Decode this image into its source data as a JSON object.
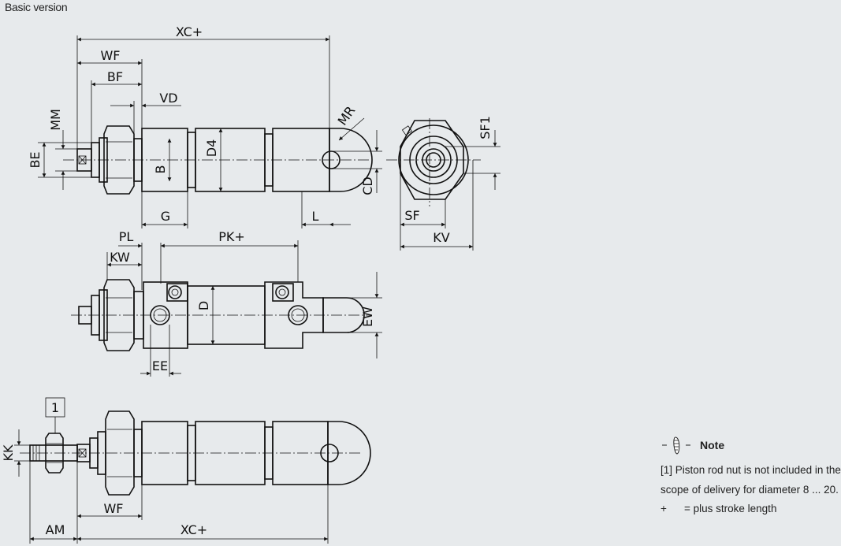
{
  "header": {
    "title": "Basic version"
  },
  "labels": {
    "XC_top": "XC+",
    "WF_top": "WF",
    "BF": "BF",
    "VD": "VD",
    "MM": "MM",
    "BE": "BE",
    "B": "B",
    "D4": "D4",
    "MR": "MR",
    "G": "G",
    "L": "L",
    "CD": "CD",
    "SF1": "SF1",
    "SF": "SF",
    "KV": "KV",
    "PL": "PL",
    "PK": "PK+",
    "KW": "KW",
    "D": "D",
    "EW": "EW",
    "EE": "EE",
    "callout_1": "1",
    "KK": "KK",
    "WF_bottom": "WF",
    "AM": "AM",
    "XC_bottom": "XC+"
  },
  "note": {
    "icon": "- ⦚ -",
    "title": "Note",
    "text": "[1] Piston rod nut is not included in the scope of delivery for diameter 8 ... 20.",
    "legend_symbol": "+",
    "legend_text": "= plus stroke length"
  },
  "icons": {
    "note": "info-pencil-icon"
  }
}
